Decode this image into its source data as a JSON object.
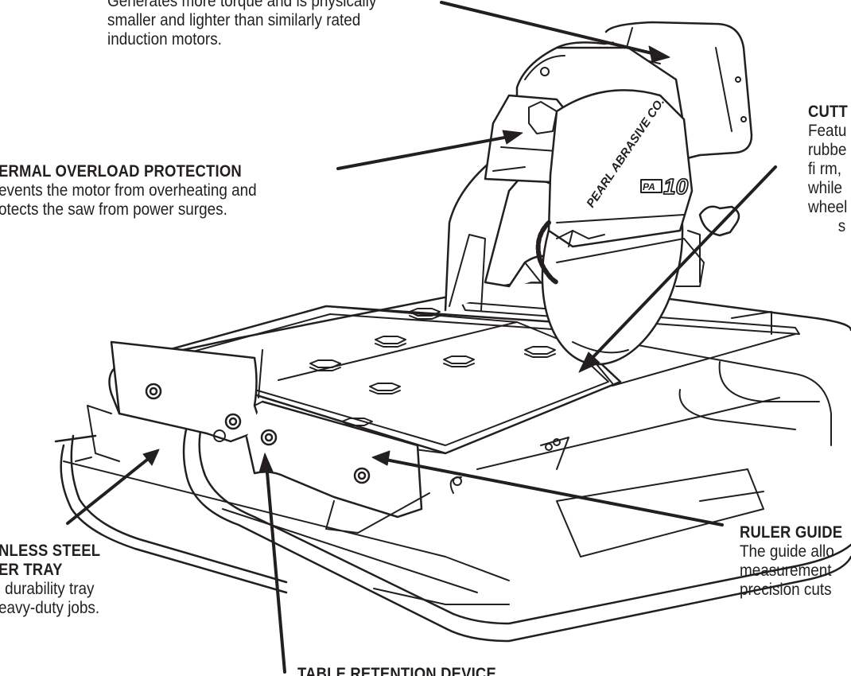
{
  "callouts": {
    "motor": {
      "lines": [
        "Generates more torque and is physically",
        "smaller and lighter than similarly rated",
        "induction motors."
      ]
    },
    "thermal": {
      "title": "ERMAL OVERLOAD PROTECTION",
      "lines": [
        "events the motor from overheating and",
        "otects the saw from power surges."
      ]
    },
    "cutting": {
      "title": "CUTT",
      "lines": [
        "Featu",
        "rubbe",
        "fi rm,",
        "while",
        "wheel",
        "s"
      ]
    },
    "tray": {
      "title_lines": [
        "NLESS STEEL",
        "ER TRAY"
      ],
      "lines": [
        "durability tray",
        "eavy-duty jobs."
      ]
    },
    "ruler": {
      "title": "RULER GUIDE",
      "lines": [
        "The guide allo",
        "measurement",
        "precision cuts"
      ]
    },
    "retention": {
      "title": "TABLE RETENTION DEVICE"
    }
  },
  "product": {
    "brand": "PEARL ABRASIVE CO.",
    "model_prefix": "PA",
    "model_number": "10"
  }
}
